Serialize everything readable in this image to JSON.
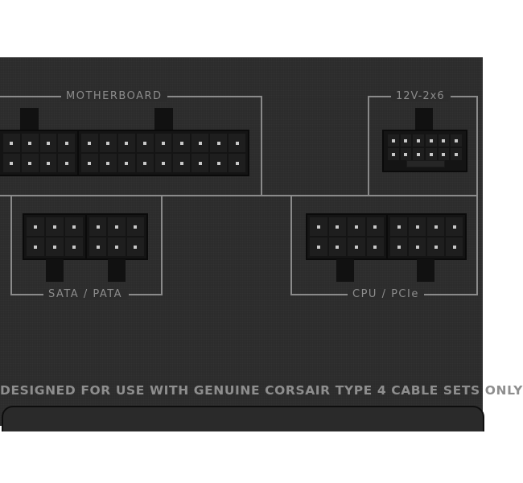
{
  "panel": {
    "background_color": "#2c2c2c",
    "line_color": "#8a8a8a",
    "text_color": "#8c8c8c"
  },
  "sections": {
    "motherboard": {
      "label": "MOTHERBOARD",
      "connector": "24-pin (2x12, split)",
      "pins_visible": 26
    },
    "gpu_12v": {
      "label": "12V-2x6",
      "connector": "12+4 pin (2x6)",
      "pins": 12
    },
    "sata_pata": {
      "label": "SATA / PATA",
      "connector": "2x 6-pin (2x3)",
      "pins": 12
    },
    "cpu_pcie": {
      "label": "CPU / PCIe",
      "connector": "2x 8-pin (2x4)",
      "pins": 16
    }
  },
  "footer": {
    "notice": "DESIGNED FOR USE WITH GENUINE CORSAIR TYPE 4 CABLE SETS ONLY"
  }
}
